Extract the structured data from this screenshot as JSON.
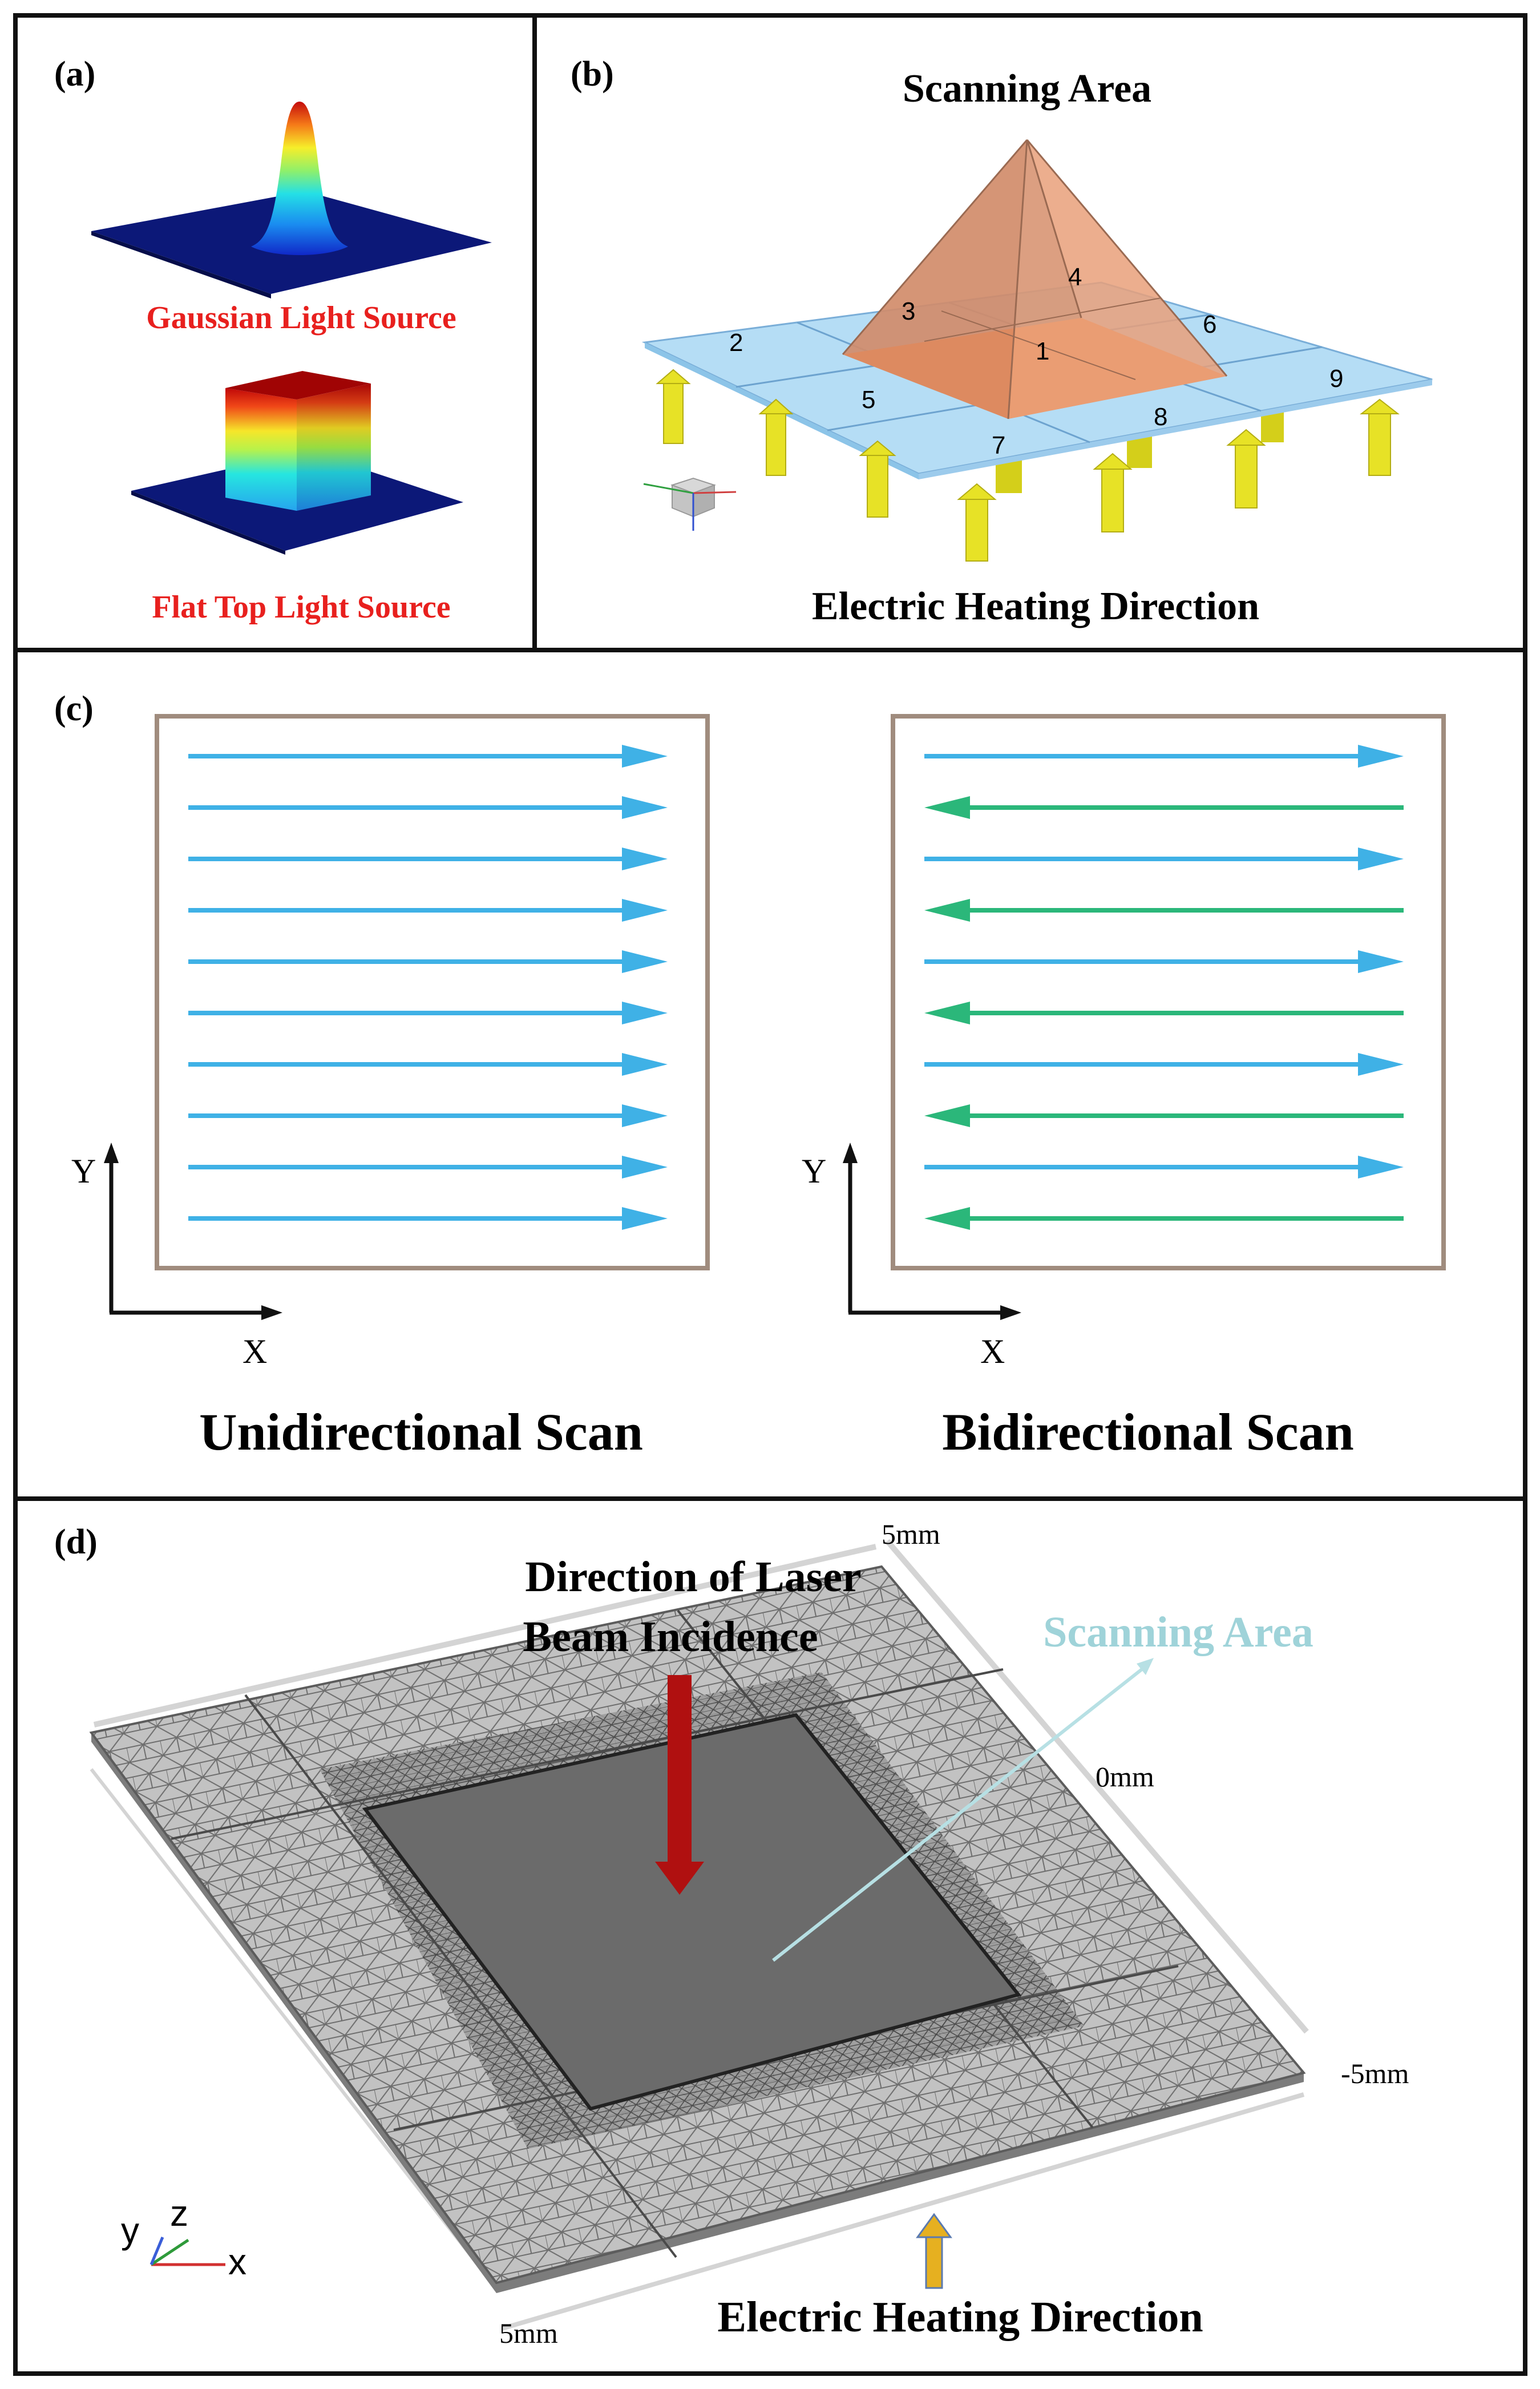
{
  "panels": {
    "a": {
      "label": "(a)",
      "gaussian_caption": "Gaussian Light Source",
      "flat_top_caption": "Flat Top Light Source"
    },
    "b": {
      "label": "(b)",
      "top_caption": "Scanning Area",
      "bottom_caption": "Electric Heating Direction",
      "zones": [
        "1",
        "2",
        "3",
        "4",
        "5",
        "6",
        "7",
        "8",
        "9"
      ]
    },
    "c": {
      "label": "(c)",
      "left_caption": "Unidirectional Scan",
      "right_caption": "Bidirectional Scan",
      "axis_y": "Y",
      "axis_x": "X",
      "left_directions": [
        "right",
        "right",
        "right",
        "right",
        "right",
        "right",
        "right",
        "right",
        "right",
        "right"
      ],
      "right_directions": [
        "right",
        "left",
        "right",
        "left",
        "right",
        "left",
        "right",
        "left",
        "right",
        "left"
      ],
      "colors": {
        "right_arrow": "#3fb1e6",
        "left_arrow": "#2bb77a",
        "frame": "#a08c7e"
      }
    },
    "d": {
      "label": "(d)",
      "incidence_line1": "Direction of Laser",
      "incidence_line2": "Beam Incidence",
      "scanning_area": "Scanning Area",
      "tick_top": "5mm",
      "tick_mid": "0mm",
      "tick_right": "-5mm",
      "tick_bottom": "5mm",
      "bottom_caption": "Electric Heating Direction",
      "axes": {
        "y": "y",
        "z": "z",
        "x": "x"
      },
      "colors": {
        "laser_arrow": "#b01010",
        "scan_label": "#9fd3d9",
        "heat_arrow": "#e6b020"
      }
    }
  },
  "colors": {
    "caption_red": "#e8201e",
    "plate_blue": "#b5ddf5",
    "pyramid": "#f08a4b",
    "pin_yellow": "#e7e226",
    "mesh_plate": "#b9b9b9",
    "scan_square": "#6b6b6b"
  }
}
